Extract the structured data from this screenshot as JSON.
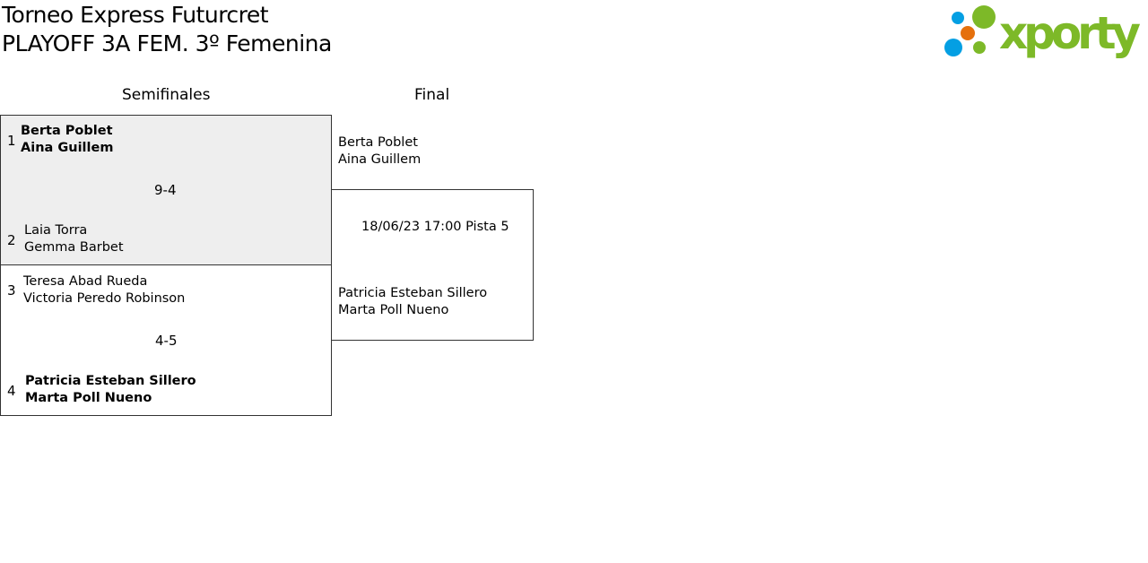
{
  "header": {
    "tournament": "Torneo Express Futurcret",
    "category": "PLAYOFF 3A FEM. 3º Femenina"
  },
  "logo": {
    "text": "xporty",
    "colors": {
      "blue": "#049fe3",
      "orange": "#e5700c",
      "green": "#7db928"
    }
  },
  "rounds": [
    "Semifinales",
    "Final"
  ],
  "semifinals": [
    {
      "score": "9-4",
      "teams": [
        {
          "seed": "1",
          "players": [
            "Berta Poblet",
            "Aina Guillem"
          ],
          "winner": true
        },
        {
          "seed": "2",
          "players": [
            "Laia Torra",
            "Gemma Barbet"
          ],
          "winner": false
        }
      ]
    },
    {
      "score": "4-5",
      "teams": [
        {
          "seed": "3",
          "players": [
            "Teresa Abad Rueda",
            "Victoria Peredo Robinson"
          ],
          "winner": false
        },
        {
          "seed": "4",
          "players": [
            "Patricia Esteban Sillero",
            "Marta Poll Nueno"
          ],
          "winner": true
        }
      ]
    }
  ],
  "final": {
    "schedule": "18/06/23 17:00 Pista 5",
    "teams": [
      {
        "players": [
          "Berta Poblet",
          "Aina Guillem"
        ]
      },
      {
        "players": [
          "Patricia Esteban Sillero",
          "Marta Poll Nueno"
        ]
      }
    ]
  }
}
